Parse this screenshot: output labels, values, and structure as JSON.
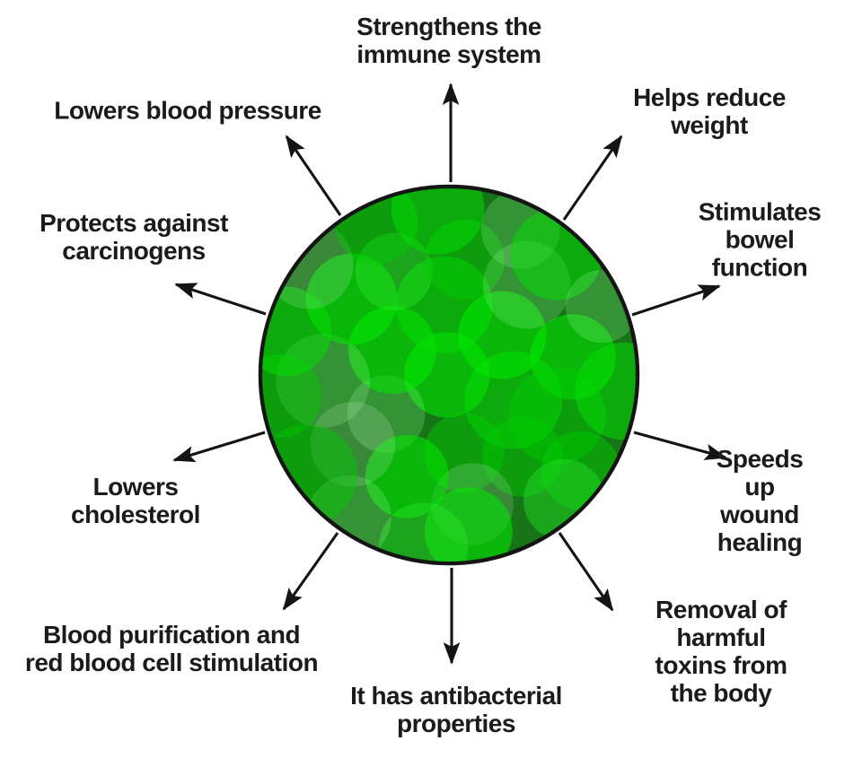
{
  "page": {
    "background_color": "#ffffff"
  },
  "text_color": "#1b1b1b",
  "arrows": {
    "color": "#141414"
  },
  "cluster": {
    "description": "green-algae-cell-cluster",
    "base_color": "#177517",
    "outline_color": "#151515",
    "cell_fills": [
      "rgba(0,225,0,0.50)",
      "rgba(0,205,0,0.45)",
      "rgba(40,235,40,0.40)",
      "rgba(160,255,160,0.22)",
      "rgba(255,255,255,0.15)",
      "rgba(0,235,0,0.55)"
    ]
  },
  "benefits": [
    {
      "id": "immune",
      "label": "Strengthens the\nimmune system"
    },
    {
      "id": "blood-pressure",
      "label": "Lowers blood pressure"
    },
    {
      "id": "reduce-weight",
      "label": "Helps reduce weight"
    },
    {
      "id": "carcinogens",
      "label": "Protects against\ncarcinogens"
    },
    {
      "id": "bowel-function",
      "label": "Stimulates\nbowel function"
    },
    {
      "id": "cholesterol",
      "label": "Lowers\ncholesterol"
    },
    {
      "id": "wound-healing",
      "label": "Speeds up\nwound healing"
    },
    {
      "id": "purification",
      "label": "Blood purification and\nred blood cell stimulation"
    },
    {
      "id": "antibacterial",
      "label": "It has antibacterial\nproperties"
    },
    {
      "id": "toxins",
      "label": "Removal of harmful\ntoxins from the body"
    }
  ]
}
